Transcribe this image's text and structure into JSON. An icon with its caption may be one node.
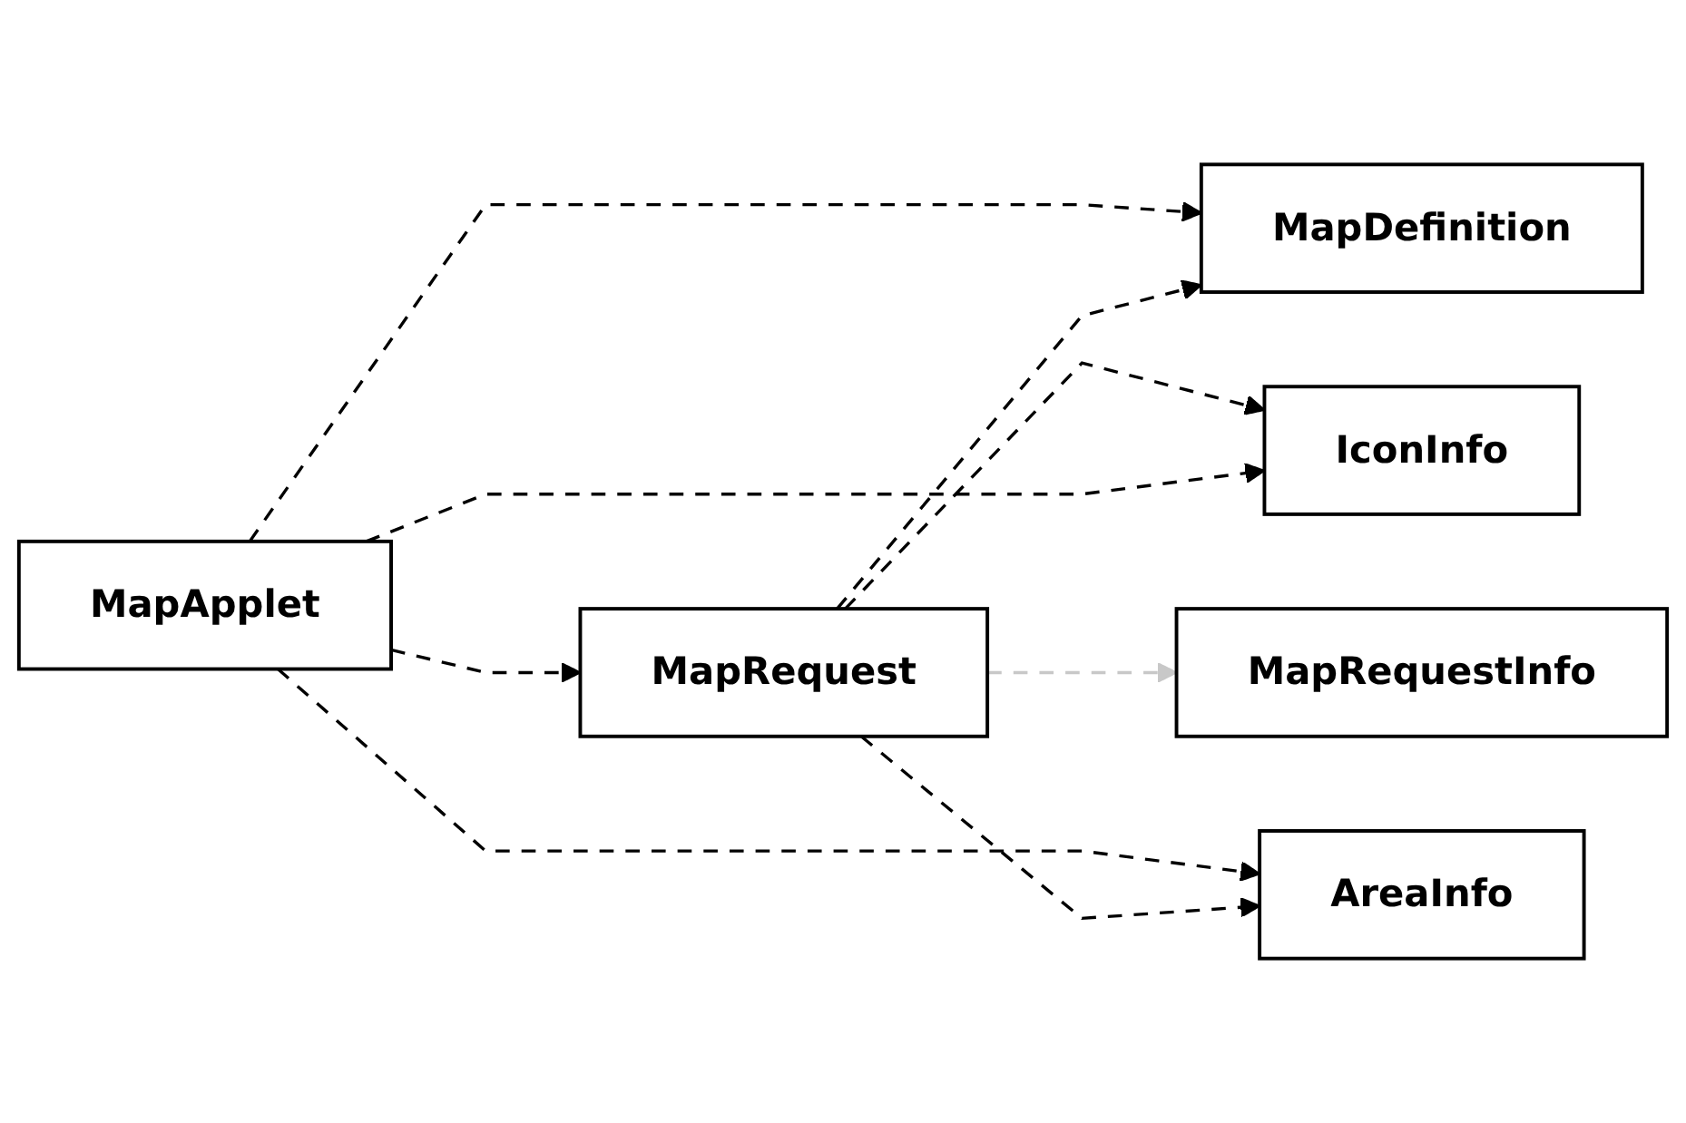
{
  "diagram": {
    "nodes": [
      {
        "text": [
          "MapApplet"
        ]
      },
      {
        "text": [
          "MapRequest"
        ]
      },
      {
        "text": [
          "MapDefinition"
        ]
      },
      {
        "text": [
          "IconInfo"
        ]
      },
      {
        "text": [
          "MapRequestInfo"
        ]
      },
      {
        "text": [
          "AreaInfo"
        ]
      }
    ],
    "edges": [
      {
        "from": 0,
        "to": 1,
        "arrow": "to",
        "style": "dashed"
      },
      {
        "from": 0,
        "to": 2,
        "arrow": "to",
        "style": "dashed"
      },
      {
        "from": 1,
        "to": 2,
        "arrow": "to",
        "style": "dashed"
      },
      {
        "from": 1,
        "to": 3,
        "arrow": "to",
        "style": "dashed"
      },
      {
        "from": 0,
        "to": 3,
        "arrow": "to",
        "style": "dashed"
      },
      {
        "from": 1,
        "to": 4,
        "arrow": "to",
        "style": "dashed",
        "color": "#c8c8c8"
      },
      {
        "from": 0,
        "to": 5,
        "arrow": "to",
        "style": "dashed"
      },
      {
        "from": 1,
        "to": 5,
        "arrow": "to",
        "style": "dashed"
      }
    ]
  }
}
